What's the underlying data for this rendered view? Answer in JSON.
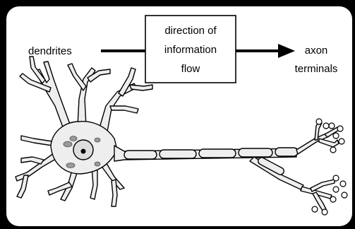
{
  "labels": {
    "left": "dendrites",
    "center": [
      "direction of",
      "information",
      "flow"
    ],
    "right": [
      "axon",
      "terminals"
    ]
  },
  "colors": {
    "ink": "#000000",
    "cell_fill": "#eeeeee",
    "background": "#000000",
    "panel": "#ffffff"
  }
}
